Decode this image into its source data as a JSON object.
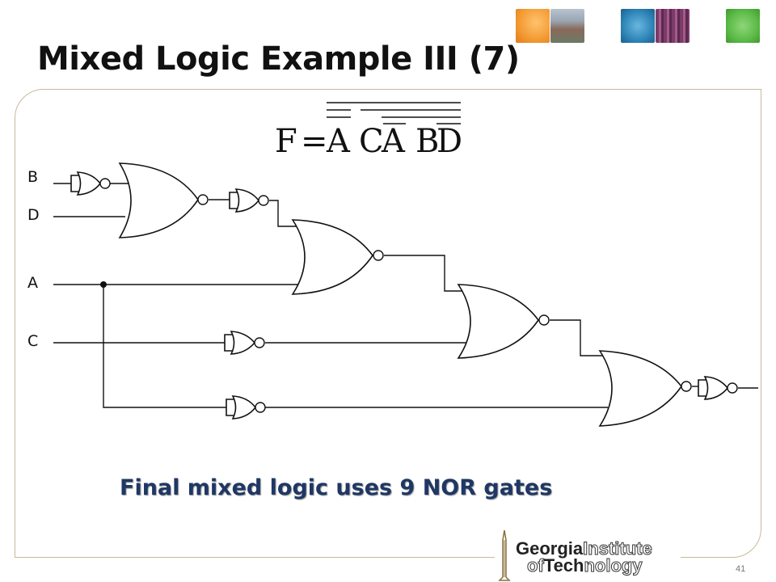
{
  "slide": {
    "title": "Mixed Logic Example III (7)",
    "caption": "Final mixed logic uses 9 NOR gates",
    "page_number": "41"
  },
  "formula": {
    "lhs": "F",
    "equals": "=",
    "terms": [
      "A",
      "C",
      "A",
      "B",
      "D"
    ]
  },
  "inputs": [
    {
      "id": "B",
      "label": "B"
    },
    {
      "id": "D",
      "label": "D"
    },
    {
      "id": "A",
      "label": "A"
    },
    {
      "id": "C",
      "label": "C"
    }
  ],
  "logo": {
    "line1_bold": "Georgia",
    "line1_light": "Institute",
    "line2_light_prefix": "of",
    "line2_bold": "Tech",
    "line2_light": "nology"
  },
  "colors": {
    "caption": "#1f3764",
    "frame_border": "#c9b99b",
    "tile_orange": "#f39a33",
    "tile_blue": "#2f86b8",
    "tile_green": "#5dbb48"
  }
}
